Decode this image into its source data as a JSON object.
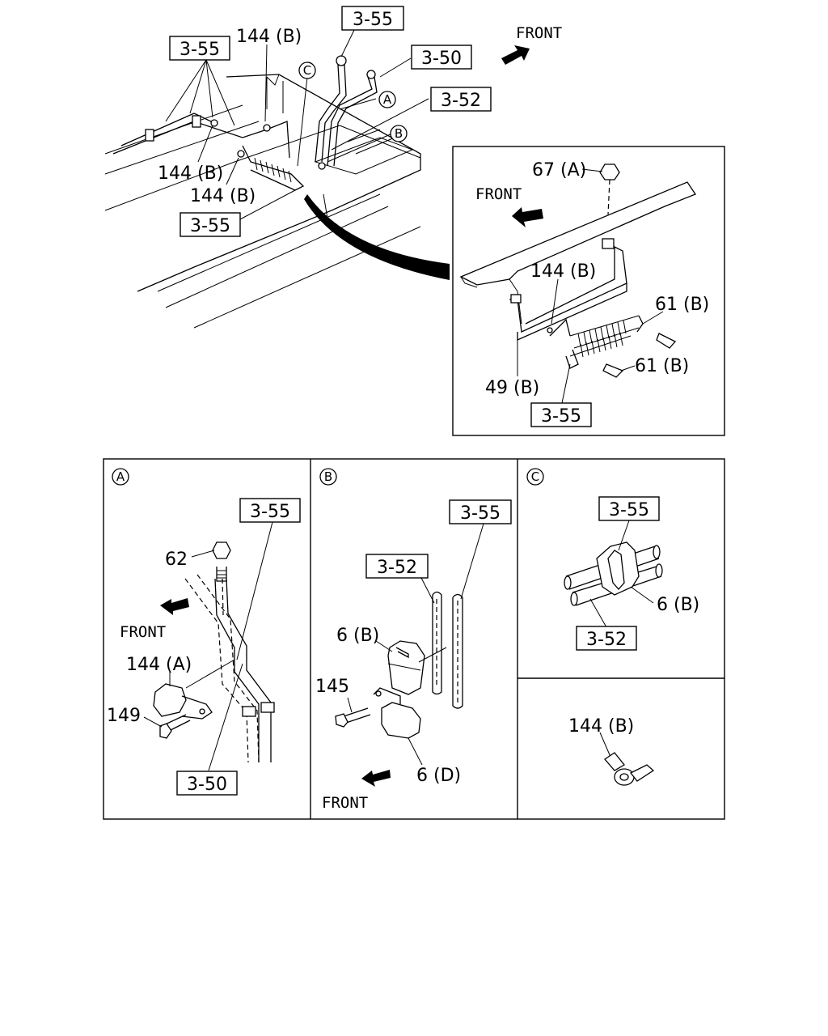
{
  "refs": {
    "r355": "3-55",
    "r350": "3-50",
    "r352": "3-52"
  },
  "front": "FRONT",
  "markers": {
    "a": "A",
    "b": "B",
    "c": "C"
  },
  "parts": {
    "p144b": "144 (B)",
    "p144a": "144 (A)",
    "p67a": "67 (A)",
    "p61b": "61 (B)",
    "p49b": "49 (B)",
    "p62": "62",
    "p149": "149",
    "p6b": "6 (B)",
    "p6d": "6 (D)",
    "p145": "145"
  }
}
